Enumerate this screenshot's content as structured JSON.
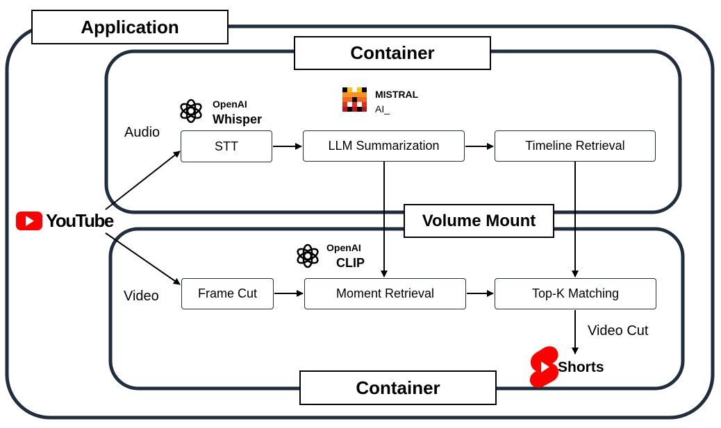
{
  "frames": {
    "application_label": "Application",
    "container_top_label": "Container",
    "container_bottom_label": "Container",
    "volume_mount_label": "Volume Mount"
  },
  "inputs": {
    "audio_label": "Audio",
    "video_label": "Video",
    "youtube_label": "YouTube"
  },
  "brands": {
    "whisper_vendor": "OpenAI",
    "whisper_name": "Whisper",
    "clip_vendor": "OpenAI",
    "clip_name": "CLIP",
    "mistral_line1": "MISTRAL",
    "mistral_line2": "AI_",
    "shorts_name": "Shorts"
  },
  "nodes": {
    "stt": "STT",
    "llm_summarization": "LLM Summarization",
    "timeline_retrieval": "Timeline Retrieval",
    "frame_cut": "Frame Cut",
    "moment_retrieval": "Moment Retrieval",
    "topk_matching": "Top-K Matching"
  },
  "edges": {
    "video_cut_label": "Video Cut"
  },
  "colors": {
    "frame_stroke": "#1f2d3d",
    "youtube_red": "#ff0000",
    "shorts_red": "#ff0000",
    "mistral_orange": "#f7931e",
    "mistral_red": "#e0301e",
    "mistral_yellow": "#ffc20e"
  },
  "icons": {
    "youtube": "youtube-play-icon",
    "openai": "openai-knot-icon",
    "mistral": "mistral-blocks-icon",
    "shorts": "youtube-shorts-icon"
  }
}
